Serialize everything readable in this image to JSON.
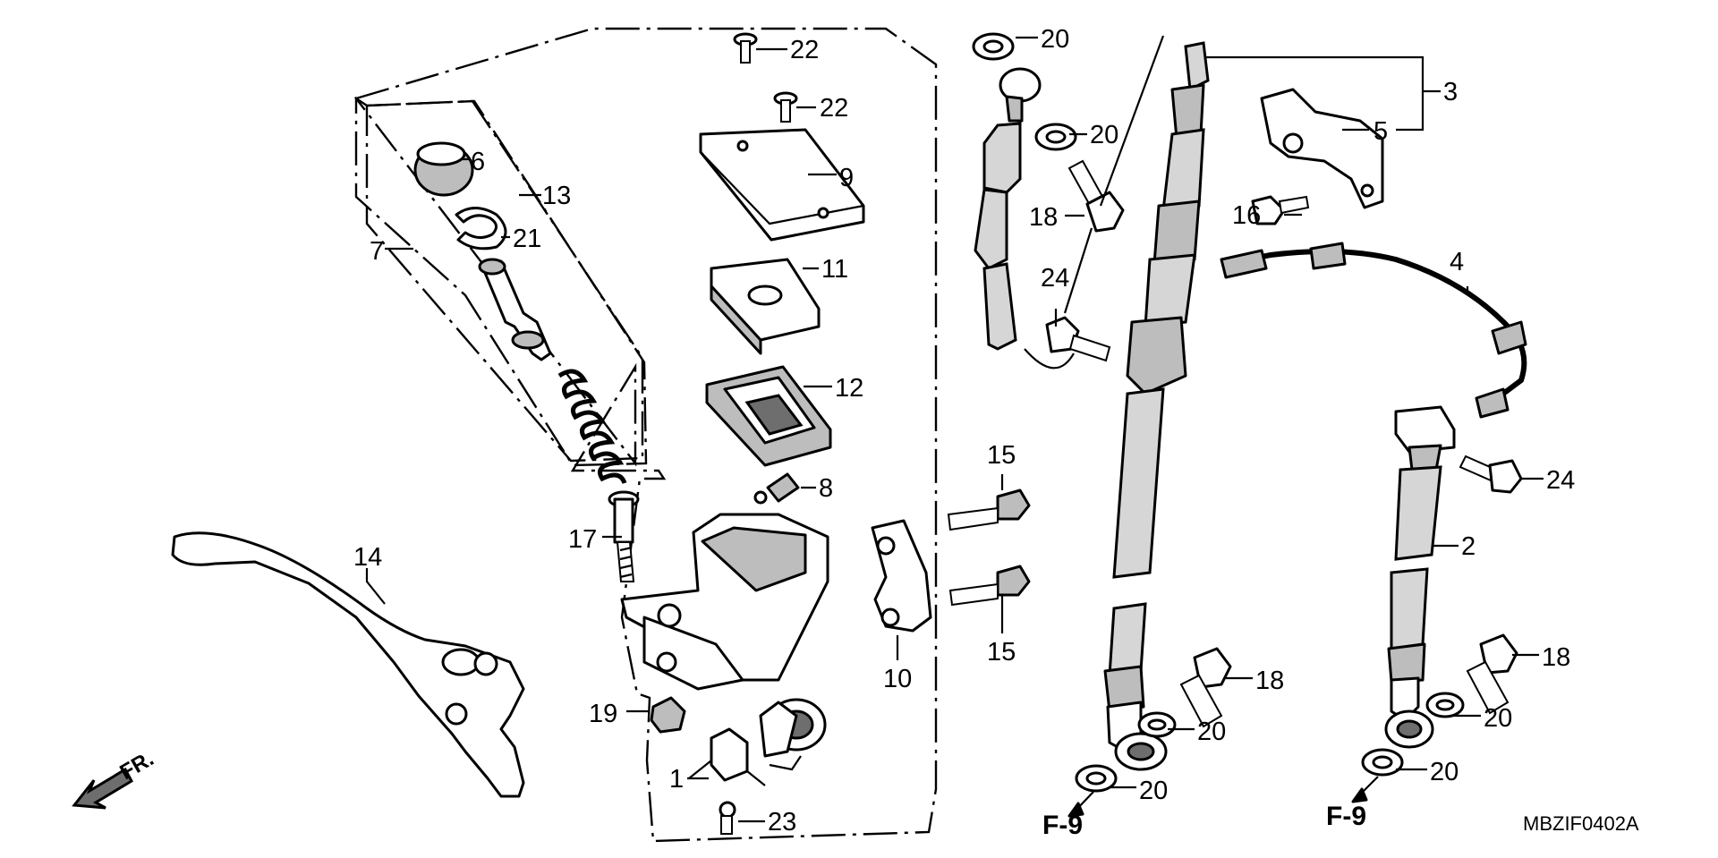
{
  "diagram": {
    "code": "MBZIF0402A",
    "direction_label": "FR.",
    "references": [
      {
        "id": "ref-left",
        "text": "F-9"
      },
      {
        "id": "ref-right",
        "text": "F-9"
      }
    ],
    "callouts": [
      {
        "id": "c22a",
        "text": "22"
      },
      {
        "id": "c22b",
        "text": "22"
      },
      {
        "id": "c6",
        "text": "6"
      },
      {
        "id": "c13",
        "text": "13"
      },
      {
        "id": "c9",
        "text": "9"
      },
      {
        "id": "c7",
        "text": "7"
      },
      {
        "id": "c21",
        "text": "21"
      },
      {
        "id": "c11",
        "text": "11"
      },
      {
        "id": "c12",
        "text": "12"
      },
      {
        "id": "c8",
        "text": "8"
      },
      {
        "id": "c17",
        "text": "17"
      },
      {
        "id": "c14",
        "text": "14"
      },
      {
        "id": "c10",
        "text": "10"
      },
      {
        "id": "c19",
        "text": "19"
      },
      {
        "id": "c1",
        "text": "1"
      },
      {
        "id": "c23",
        "text": "23"
      },
      {
        "id": "c20a",
        "text": "20"
      },
      {
        "id": "c20b",
        "text": "20"
      },
      {
        "id": "c18a",
        "text": "18"
      },
      {
        "id": "c24a",
        "text": "24"
      },
      {
        "id": "c15a",
        "text": "15"
      },
      {
        "id": "c15b",
        "text": "15"
      },
      {
        "id": "c3",
        "text": "3"
      },
      {
        "id": "c5",
        "text": "5"
      },
      {
        "id": "c16",
        "text": "16"
      },
      {
        "id": "c4",
        "text": "4"
      },
      {
        "id": "c24b",
        "text": "24"
      },
      {
        "id": "c2",
        "text": "2"
      },
      {
        "id": "c18b",
        "text": "18"
      },
      {
        "id": "c18c",
        "text": "18"
      },
      {
        "id": "c20c",
        "text": "20"
      },
      {
        "id": "c20d",
        "text": "20"
      },
      {
        "id": "c20e",
        "text": "20"
      },
      {
        "id": "c20f",
        "text": "20"
      }
    ]
  }
}
